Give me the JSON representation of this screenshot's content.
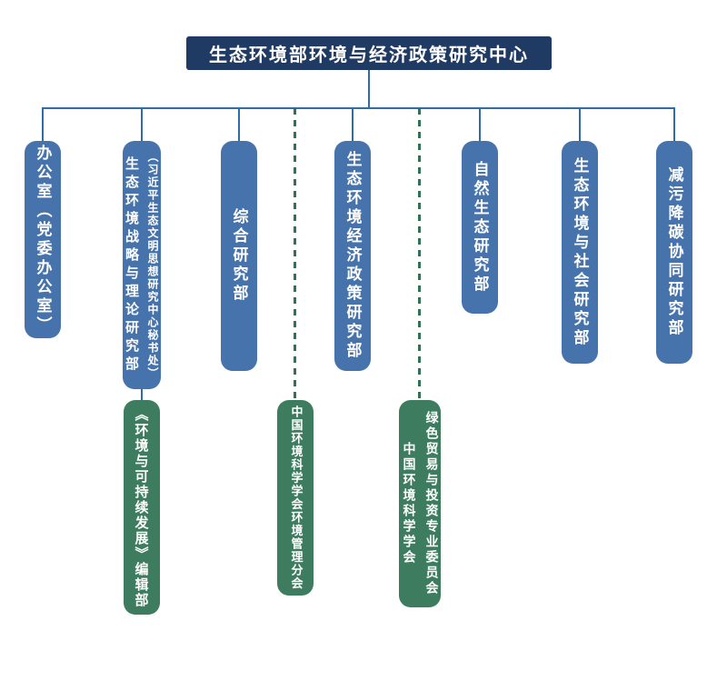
{
  "title": "生态环境部环境与经济政策研究中心",
  "departments": [
    {
      "label": "办公室（党委办公室）"
    },
    {
      "label": "生态环境战略与理论研究部",
      "sublabel": "（习近平生态文明思想研究中心秘书处）"
    },
    {
      "label": "综合研究部"
    },
    {
      "label": "生态环境经济政策研究部"
    },
    {
      "label": "自然生态研究部"
    },
    {
      "label": "生态环境与社会研究部"
    },
    {
      "label": "减污降碳协同研究部"
    }
  ],
  "affiliates": [
    {
      "label": "《环境与可持续发展》编辑部",
      "connection": "solid"
    },
    {
      "label": "中国环境科学学会环境管理分会",
      "connection": "dashed"
    },
    {
      "label": "中国环境科学学会",
      "sublabel": "绿色贸易与投资专业委员会",
      "connection": "dashed"
    }
  ],
  "colors": {
    "page_bg": "#ffffff",
    "header_bg": "#1f3a63",
    "dept_bg": "#4673ab",
    "affiliate_bg": "#3e7c5f",
    "line": "#2e6da8",
    "dashed_line": "#2f7255",
    "text": "#ffffff"
  }
}
